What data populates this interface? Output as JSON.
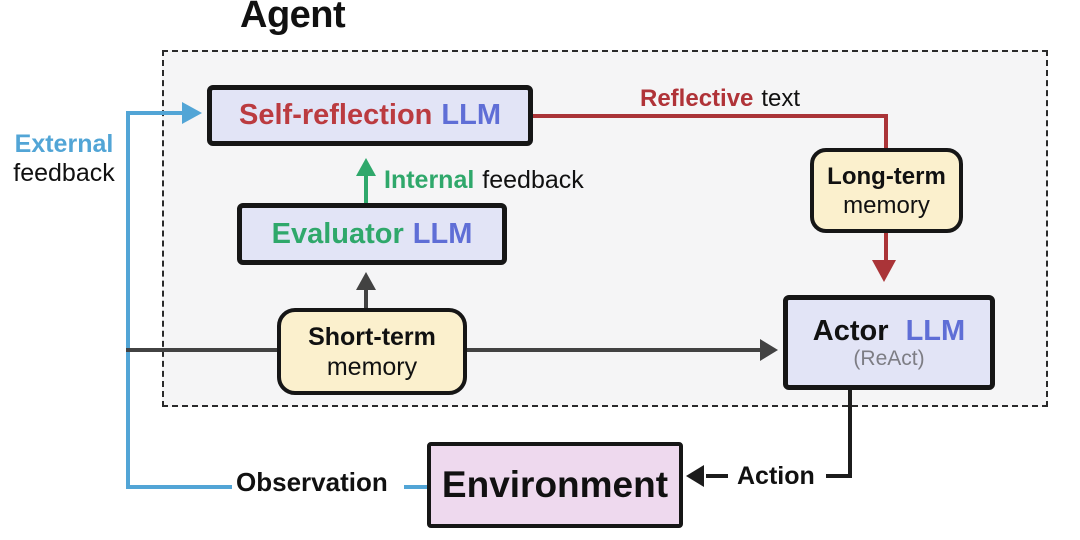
{
  "diagram": {
    "title": "Agent",
    "nodes": {
      "self_reflection": {
        "name": "Self-reflection",
        "suffix": "LLM"
      },
      "evaluator": {
        "name": "Evaluator",
        "suffix": "LLM"
      },
      "short_term_memory": {
        "line1": "Short-term",
        "line2": "memory"
      },
      "long_term_memory": {
        "line1": "Long-term",
        "line2": "memory"
      },
      "actor": {
        "name": "Actor",
        "suffix": "LLM",
        "subtitle": "(ReAct)"
      },
      "environment": {
        "name": "Environment"
      }
    },
    "edge_labels": {
      "external_feedback": {
        "emph": "External",
        "rest": "feedback"
      },
      "internal_feedback": {
        "emph": "Internal",
        "rest": "feedback"
      },
      "reflective_text": {
        "emph": "Reflective",
        "rest": "text"
      },
      "observation": "Observation",
      "action": "Action"
    },
    "colors": {
      "external_blue": "#52a5d6",
      "internal_green": "#2fa86b",
      "reflective_red": "#aa3438",
      "llm_purple": "#5f6ed6",
      "node_lavender": "#e2e4f6",
      "memory_cream": "#fbf0cd",
      "environment_pink": "#eed9ee",
      "agent_background": "#f5f5f6",
      "arrow_dark": "#424242",
      "action_black": "#1c1c1c"
    }
  }
}
